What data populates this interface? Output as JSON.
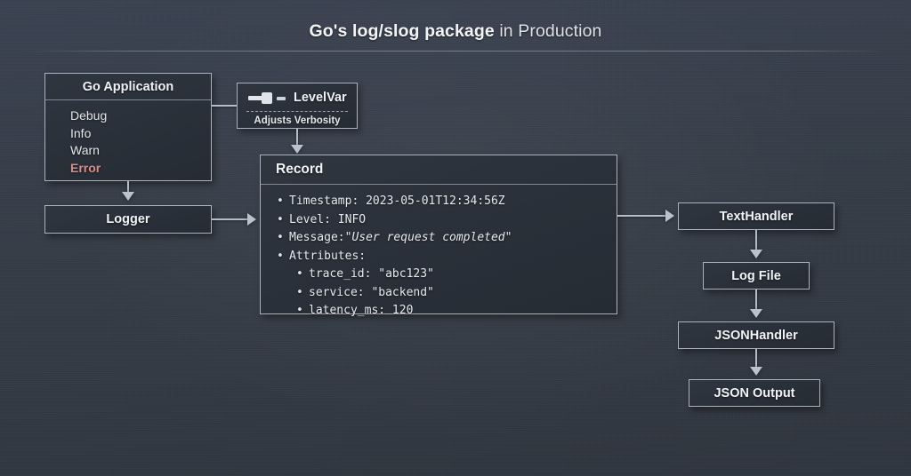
{
  "title": {
    "strong": "Go's log/slog package",
    "light": " in Production"
  },
  "go_application": {
    "heading": "Go Application",
    "levels": [
      {
        "label": "Debug",
        "color": "#e2e6ea"
      },
      {
        "label": "Info",
        "color": "#e2e6ea"
      },
      {
        "label": "Warn",
        "color": "#e2e6ea"
      },
      {
        "label": "Error",
        "color": "#d98b86"
      }
    ]
  },
  "levelvar": {
    "icon": "slider-icon",
    "label": "LevelVar",
    "subtitle": "Adjusts Verbosity"
  },
  "logger": {
    "label": "Logger"
  },
  "record": {
    "heading": "Record",
    "fields": [
      {
        "text": "Timestamp: 2023-05-01T12:34:56Z",
        "level": 0,
        "italic_part": ""
      },
      {
        "text": "Level: INFO",
        "level": 0,
        "italic_part": ""
      },
      {
        "text": "Message: ",
        "level": 0,
        "italic_part": "\"User request completed\""
      },
      {
        "text": "Attributes:",
        "level": 0,
        "italic_part": ""
      },
      {
        "text": "trace_id: \"abc123\"",
        "level": 1,
        "italic_part": ""
      },
      {
        "text": "service: \"backend\"",
        "level": 1,
        "italic_part": ""
      },
      {
        "text": "latency_ms: 120",
        "level": 1,
        "italic_part": ""
      }
    ]
  },
  "handlers": {
    "text_handler": "TextHandler",
    "log_file": "Log File",
    "json_handler": "JSONHandler",
    "json_output": "JSON Output"
  },
  "colors": {
    "background": "#363d47",
    "box_fill": "#2b313a",
    "box_border": "#aab3bf",
    "text": "#eef1f4",
    "error_text": "#d98b86",
    "connector": "#b3bcc7"
  }
}
